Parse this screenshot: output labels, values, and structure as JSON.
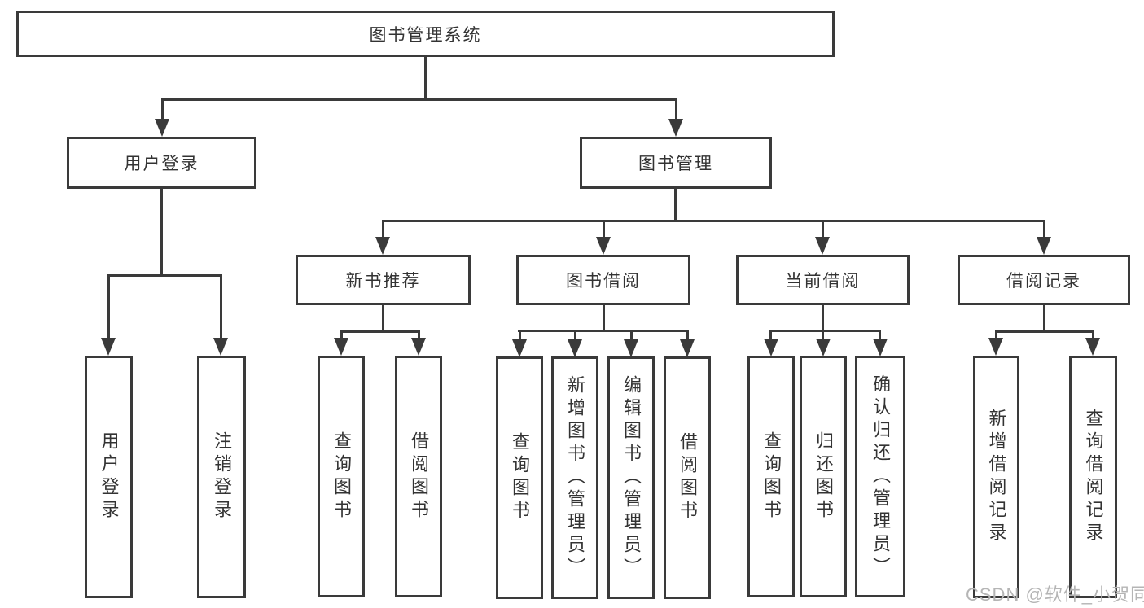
{
  "nodes": {
    "root": "图书管理系统",
    "user_login": "用户登录",
    "book_mgmt": "图书管理",
    "new_book_rec": "新书推荐",
    "book_borrow": "图书借阅",
    "current_borrow": "当前借阅",
    "borrow_records": "借阅记录",
    "a1": "用户登录",
    "a2": "注销登录",
    "b1": "查询图书",
    "b2": "借阅图书",
    "c1": "查询图书",
    "c2": "新增图书（管理员）",
    "c3": "编辑图书（管理员）",
    "c4": "借阅图书",
    "d1": "查询图书",
    "d2": "归还图书",
    "d3": "确认归还（管理员）",
    "e1": "新增借阅记录",
    "e2": "查询借阅记录"
  },
  "watermark": "CSDN @软件_小贺同学",
  "colors": {
    "line": "#3a3a3a",
    "text": "#333333",
    "watermark": "#b5b5b5",
    "background": "#ffffff"
  }
}
